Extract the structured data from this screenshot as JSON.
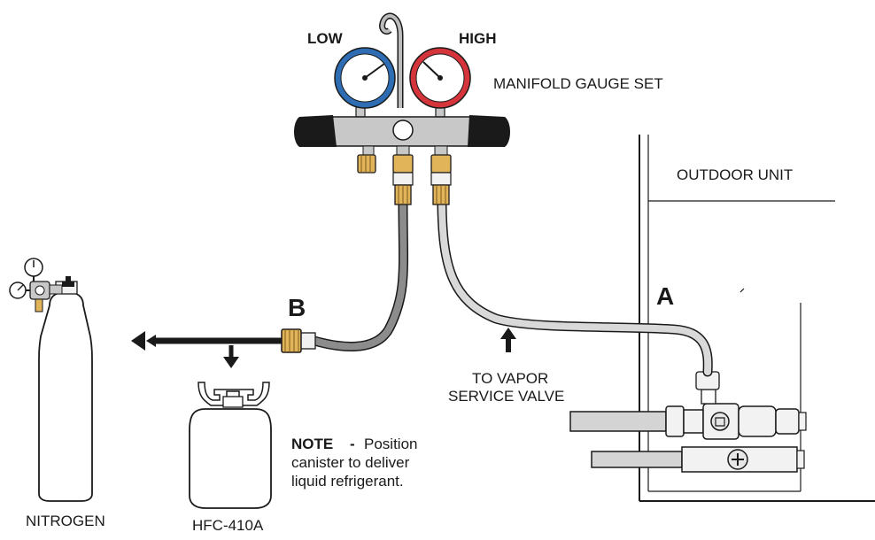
{
  "gauges": {
    "low_label": "LOW",
    "high_label": "HIGH",
    "set_label": "MANIFOLD GAUGE SET",
    "low_color": "#2e6db4",
    "high_color": "#d6343b"
  },
  "outdoor_unit": {
    "label": "OUTDOOR UNIT"
  },
  "markers": {
    "a": "A",
    "b": "B"
  },
  "vapor_valve": {
    "line1": "TO VAPOR",
    "line2": "SERVICE VALVE"
  },
  "nitrogen": {
    "label": "NITROGEN"
  },
  "canister": {
    "label": "HFC-410A"
  },
  "note": {
    "prefix": "NOTE",
    "dash": "-",
    "line1": "Position",
    "line2": "canister to deliver",
    "line3": "liquid refrigerant."
  },
  "colors": {
    "hose_dark": "#8c8c8c",
    "hose_light": "#d9d9d9",
    "fitting": "#e2b45a",
    "body": "#c8c8c8"
  }
}
